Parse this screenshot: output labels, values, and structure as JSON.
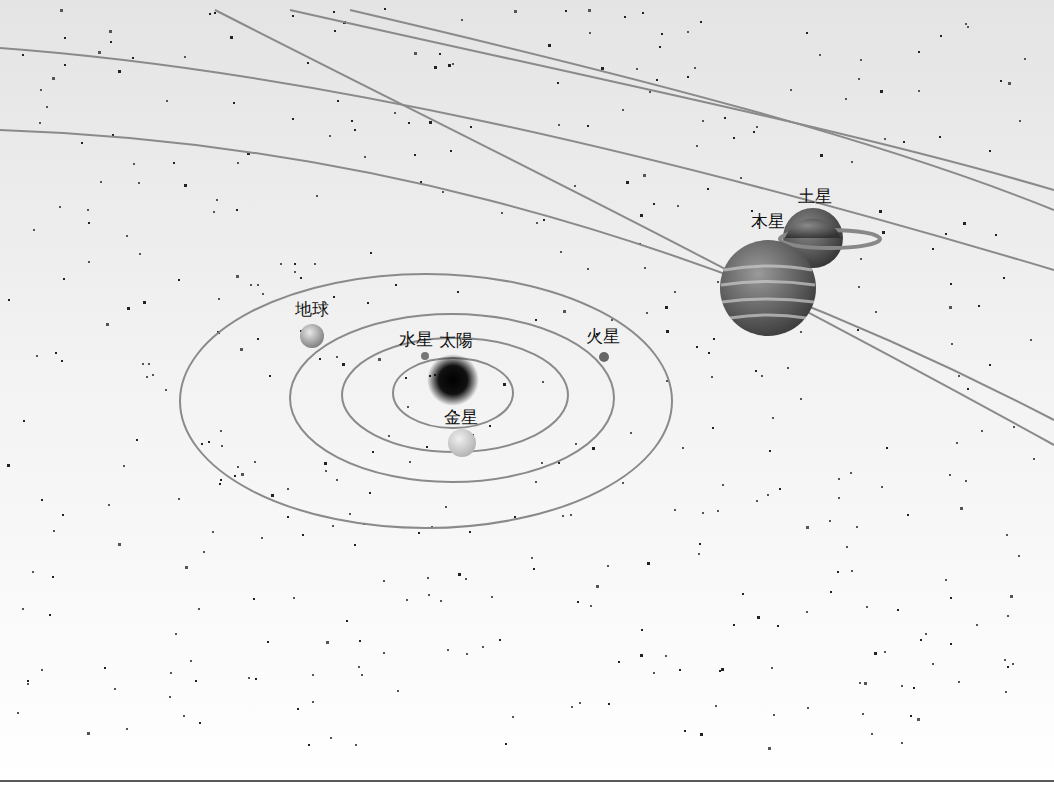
{
  "diagram": {
    "labels": [
      "土星",
      "木星",
      "地球",
      "水星",
      "太陽",
      "火星",
      "金星"
    ]
  }
}
